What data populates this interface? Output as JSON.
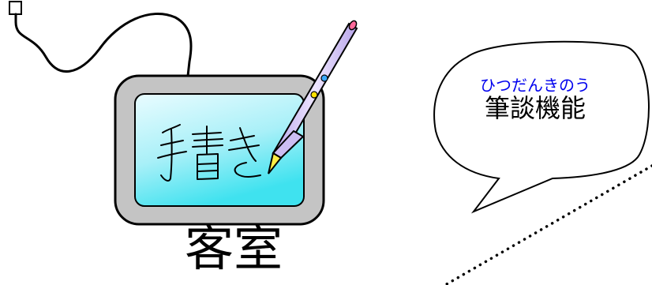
{
  "speech_bubble": {
    "reading": "ひつだんきのう",
    "text": "筆談機能"
  },
  "tablet": {
    "screen_writing": "手書き"
  },
  "room_label": "客室",
  "colors": {
    "reading_text": "#0000ee",
    "screen_top": "#dff9ff",
    "screen_bottom": "#49e6f2",
    "tablet_frame": "#c0c0c0",
    "pen_body": "#d6c6f5",
    "pen_tip": "#ffee44"
  }
}
